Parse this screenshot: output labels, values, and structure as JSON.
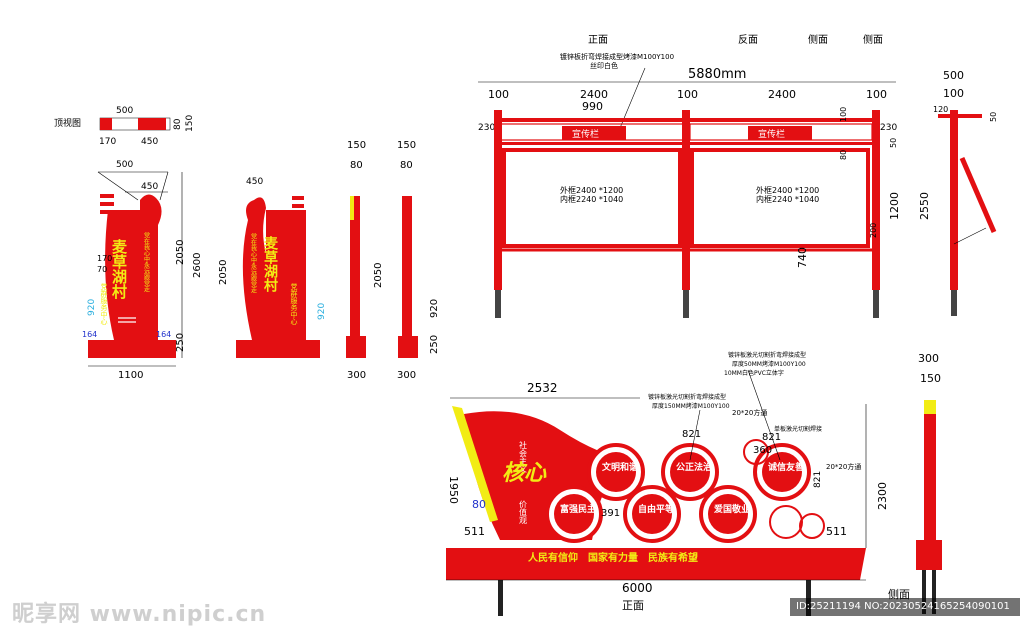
{
  "village_sign": {
    "title_label": "顶视图",
    "name": "麦草湖村",
    "slogan": "党在我心中永远跟党走",
    "service": "党群服务中心",
    "dims": {
      "w500": "500",
      "w450": "450",
      "w170": "170",
      "h80": "80",
      "h150": "150",
      "h2600": "2600",
      "h2050": "2050",
      "h250": "250",
      "w1100": "1100",
      "h920": "920",
      "w164": "164",
      "w70": "70",
      "w300": "300"
    }
  },
  "billboard": {
    "labels": {
      "front": "正面",
      "back": "反面",
      "side1": "侧面",
      "side2": "侧面"
    },
    "note1": "镀锌板折弯焊接成型烤漆M100Y100",
    "note2": "丝印白色",
    "total_width": "5880mm",
    "panel_title": "宣传栏",
    "frame_outer": "外框2400 *1200",
    "frame_inner": "内框2240 *1040",
    "dims": {
      "d100": "100",
      "d2400": "2400",
      "d990": "990",
      "d230": "230",
      "d80": "80",
      "d50": "50",
      "d1200": "1200",
      "d2550": "2550",
      "d740": "740",
      "d500": "500",
      "d120": "120",
      "d200": "200"
    }
  },
  "core_values": {
    "heading": "社会主义",
    "big_text": "核心",
    "tail": "价值观",
    "values": [
      "富强民主",
      "文明和谐",
      "自由平等",
      "公正法治",
      "爱国敬业",
      "诚信友善"
    ],
    "slogan": "人民有信仰　国家有力量　民族有希望",
    "notes": {
      "n1": "镀锌板激光切割折弯焊接成型",
      "n2": "厚度50MM烤漆M100Y100",
      "n3": "10MM白色PVC立体字",
      "n4": "镀锌板激光切割折弯焊接成型",
      "n5": "厚度150MM烤漆M100Y100",
      "n6": "20*20方通",
      "n7": "单板激光切割焊接",
      "n8": "20*20方通"
    },
    "dims": {
      "d2532": "2532",
      "d1950": "1950",
      "d80": "80",
      "d511a": "511",
      "d511b": "511",
      "d821a": "821",
      "d821b": "821",
      "d821c": "821",
      "d360": "360",
      "d391": "391",
      "d6000": "6000",
      "d2300": "2300",
      "d300": "300",
      "d150": "150"
    },
    "front_label": "正面",
    "side_label": "侧面"
  },
  "footer": {
    "watermark": "昵享网 www.nipic.cn",
    "id_text": "ID:25211194 NO:20230524165254090101"
  }
}
